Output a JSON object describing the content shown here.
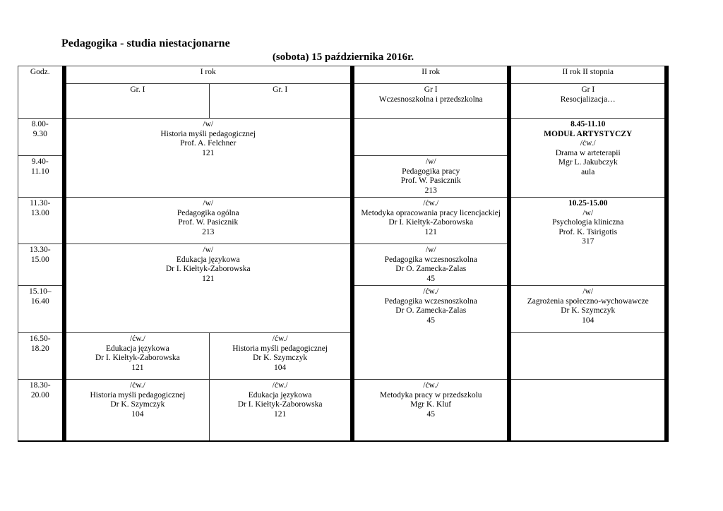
{
  "page": {
    "title": "Pedagogika - studia niestacjonarne",
    "subtitle": "(sobota) 15 października 2016r."
  },
  "header": {
    "godz": "Godz.",
    "i_rok": "I rok",
    "ii_rok": "II rok",
    "ii_stopnia": "II rok II stopnia",
    "gr1a": "Gr. I",
    "gr1b": "Gr. I",
    "ii_rok_group": [
      "Gr I",
      "Wczesnoszkolna i przedszkolna"
    ],
    "ii_stopnia_group": [
      "Gr I",
      "Resocjalizacja…"
    ]
  },
  "times": {
    "r1": [
      "8.00-",
      "9.30"
    ],
    "r2": [
      "9.40-",
      "11.10"
    ],
    "r3": [
      "11.30-",
      "13.00"
    ],
    "r4": [
      "13.30-",
      "15.00"
    ],
    "r5": [
      "15.10–",
      "16.40"
    ],
    "r6": [
      "16.50-",
      "18.20"
    ],
    "r7": [
      "18.30-",
      "20.00"
    ]
  },
  "cells": {
    "irok_historia_w": [
      "/w/",
      "Historia myśli pedagogicznej",
      "Prof. A. Felchner",
      "121"
    ],
    "iirok_pedagogika_pracy": [
      "/w/",
      "Pedagogika pracy",
      "Prof. W. Pasicznik",
      "213"
    ],
    "stopnia_modul": {
      "time_range": "8.45-11.10",
      "module": "MODUŁ ARTYSTYCZY",
      "lines": [
        "/ćw./",
        "Drama w arteterapii",
        "Mgr L. Jakubczyk",
        "aula"
      ]
    },
    "irok_pedagogika_ogolna": [
      "/w/",
      "Pedagogika ogólna",
      "Prof. W. Pasicznik",
      "213"
    ],
    "iirok_metodyka_licencjacka": [
      "/ćw./",
      "Metodyka opracowania pracy licencjackiej",
      "Dr I. Kiełtyk-Zaborowska",
      "121"
    ],
    "stopnia_psychologia": {
      "time_range": "10.25-15.00",
      "lines": [
        "/w/",
        "Psychologia kliniczna",
        "Prof. K. Tsirigotis",
        "317"
      ]
    },
    "irok_edukacja_w": [
      "/w/",
      "Edukacja językowa",
      "Dr I. Kiełtyk-Zaborowska",
      "121"
    ],
    "iirok_wczesnoszkolna_w": [
      "/w/",
      "Pedagogika wczesnoszkolna",
      "Dr O. Zamecka-Zalas",
      "45"
    ],
    "iirok_wczesnoszkolna_cw": [
      "/ćw./",
      "Pedagogika wczesnoszkolna",
      "Dr O. Zamecka-Zalas",
      "45"
    ],
    "stopnia_zagrozenia": [
      "/w/",
      "Zagrożenia społeczno-wychowawcze",
      "Dr K. Szymczyk",
      "104"
    ],
    "gr1a_edukacja_cw": [
      "/ćw./",
      "Edukacja językowa",
      "Dr I. Kiełtyk-Zaborowska",
      "121"
    ],
    "gr1b_historia_cw": [
      "/ćw./",
      "Historia myśli pedagogicznej",
      "Dr K. Szymczyk",
      "104"
    ],
    "gr1a_historia_cw": [
      "/ćw./",
      "Historia myśli pedagogicznej",
      "Dr K. Szymczyk",
      "104"
    ],
    "gr1b_edukacja_cw": [
      "/ćw./",
      "Edukacja językowa",
      "Dr I. Kiełtyk-Zaborowska",
      "121"
    ],
    "iirok_metodyka_przedszkole": [
      "/ćw./",
      "Metodyka pracy w przedszkolu",
      "Mgr K. Kluf",
      "45"
    ]
  }
}
